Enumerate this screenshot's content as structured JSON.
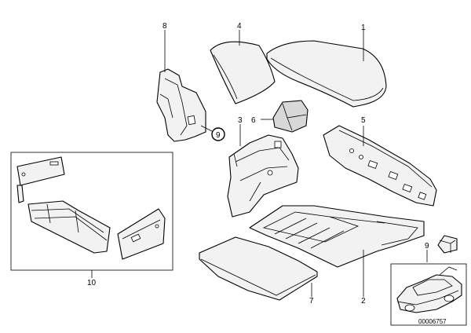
{
  "document_number": "00006757",
  "callouts": {
    "p1": "1",
    "p2": "2",
    "p3": "3",
    "p4": "4",
    "p5": "5",
    "p6": "6",
    "p7": "7",
    "p8": "8",
    "p9": "9",
    "p9_circled": "9",
    "p10": "10"
  },
  "icons": {
    "car_silhouette": "car-icon",
    "clip_nut": "clip-nut-icon"
  }
}
